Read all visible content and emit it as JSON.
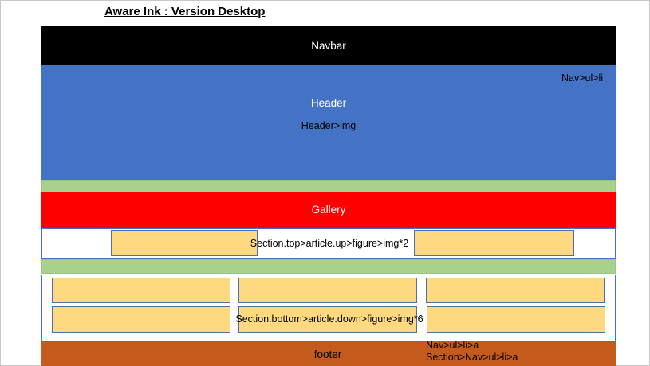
{
  "title": "Aware Ink : Version Desktop",
  "navbar": {
    "label": "Navbar"
  },
  "header": {
    "label": "Header",
    "img_label": "Header>img",
    "nav_label": "Nav>ul>li"
  },
  "gallery": {
    "label": "Gallery"
  },
  "section_top": {
    "label": "Section.top>article.up>figure>img*2"
  },
  "section_bottom": {
    "label": "Section.bottom>article.down>figure>img*6"
  },
  "footer": {
    "label": "footer",
    "nav_label_1": "Nav>ul>li>a",
    "nav_label_2": "Section>Nav>ul>li>a"
  },
  "colors": {
    "navbar": "#000000",
    "header": "#4472c4",
    "spacer": "#a9d18e",
    "gallery": "#ff0000",
    "image_box": "#ffd97f",
    "footer": "#c55a1d"
  }
}
